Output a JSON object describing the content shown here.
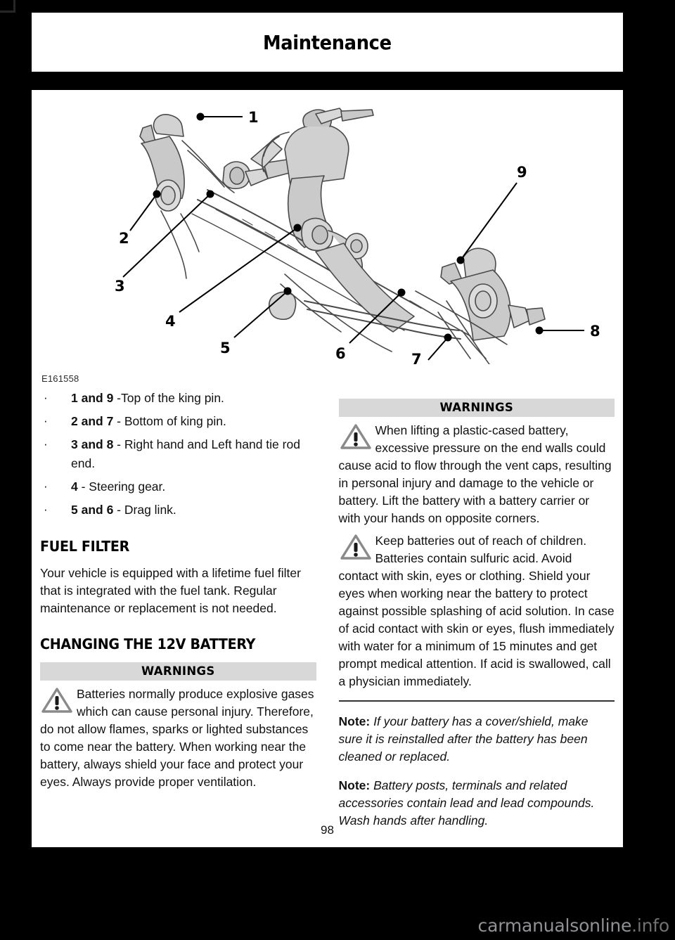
{
  "header": {
    "chapter_title": "Maintenance"
  },
  "figure": {
    "code": "E161558",
    "alt_name": "front-axle-steering-linkage-diagram",
    "callout_numbers": [
      "1",
      "2",
      "3",
      "4",
      "5",
      "6",
      "7",
      "8",
      "9"
    ]
  },
  "left_column": {
    "callouts": [
      {
        "ref": "1 and 9",
        "sep": " -",
        "text": "Top of the king pin."
      },
      {
        "ref": "2 and 7",
        "sep": " - ",
        "text": "Bottom of king pin."
      },
      {
        "ref": "3 and 8",
        "sep": " - ",
        "text": "Right hand and Left hand tie rod end."
      },
      {
        "ref": "4",
        "sep": " - ",
        "text": "Steering gear."
      },
      {
        "ref": "5 and 6",
        "sep": " - ",
        "text": "Drag link."
      }
    ],
    "fuel_filter": {
      "heading": "FUEL FILTER",
      "paragraph": "Your vehicle is equipped with a lifetime fuel filter that is integrated with the fuel tank. Regular maintenance or replacement is not needed."
    },
    "battery": {
      "heading": "CHANGING THE 12V BATTERY",
      "warnings_title": "WARNINGS",
      "warning_1": "Batteries normally produce explosive gases which can cause personal injury. Therefore, do not allow flames, sparks or lighted substances to come near the battery. When working near the battery, always shield your face and protect your eyes. Always provide proper ventilation."
    }
  },
  "right_column": {
    "warnings_title": "WARNINGS",
    "warning_1": "When lifting a plastic-cased battery, excessive pressure on the end walls could cause acid to flow through the vent caps, resulting in personal injury and damage to the vehicle or battery. Lift the battery with a battery carrier or with your hands on opposite corners.",
    "warning_2": "Keep batteries out of reach of children. Batteries contain sulfuric acid. Avoid contact with skin, eyes or clothing. Shield your eyes when working near the battery to protect against possible splashing of acid solution. In case of acid contact with skin or eyes, flush immediately with water for a minimum of 15 minutes and get prompt medical attention. If acid is swallowed, call a physician immediately.",
    "notes": [
      {
        "label": "Note:",
        "text": " If your battery has a cover/shield, make sure it is reinstalled after the battery has been cleaned or replaced."
      },
      {
        "label": "Note:",
        "text": " Battery posts, terminals and related accessories contain lead and lead compounds. Wash hands after handling."
      }
    ]
  },
  "footer": {
    "page_number": "98",
    "watermark_main": "carmanualsonline",
    "watermark_tld": ".info"
  },
  "colors": {
    "page_bg": "#ffffff",
    "frame": "#000000",
    "warning_band": "#d8d8d8",
    "text": "#111111",
    "watermark": "#8f9194"
  }
}
